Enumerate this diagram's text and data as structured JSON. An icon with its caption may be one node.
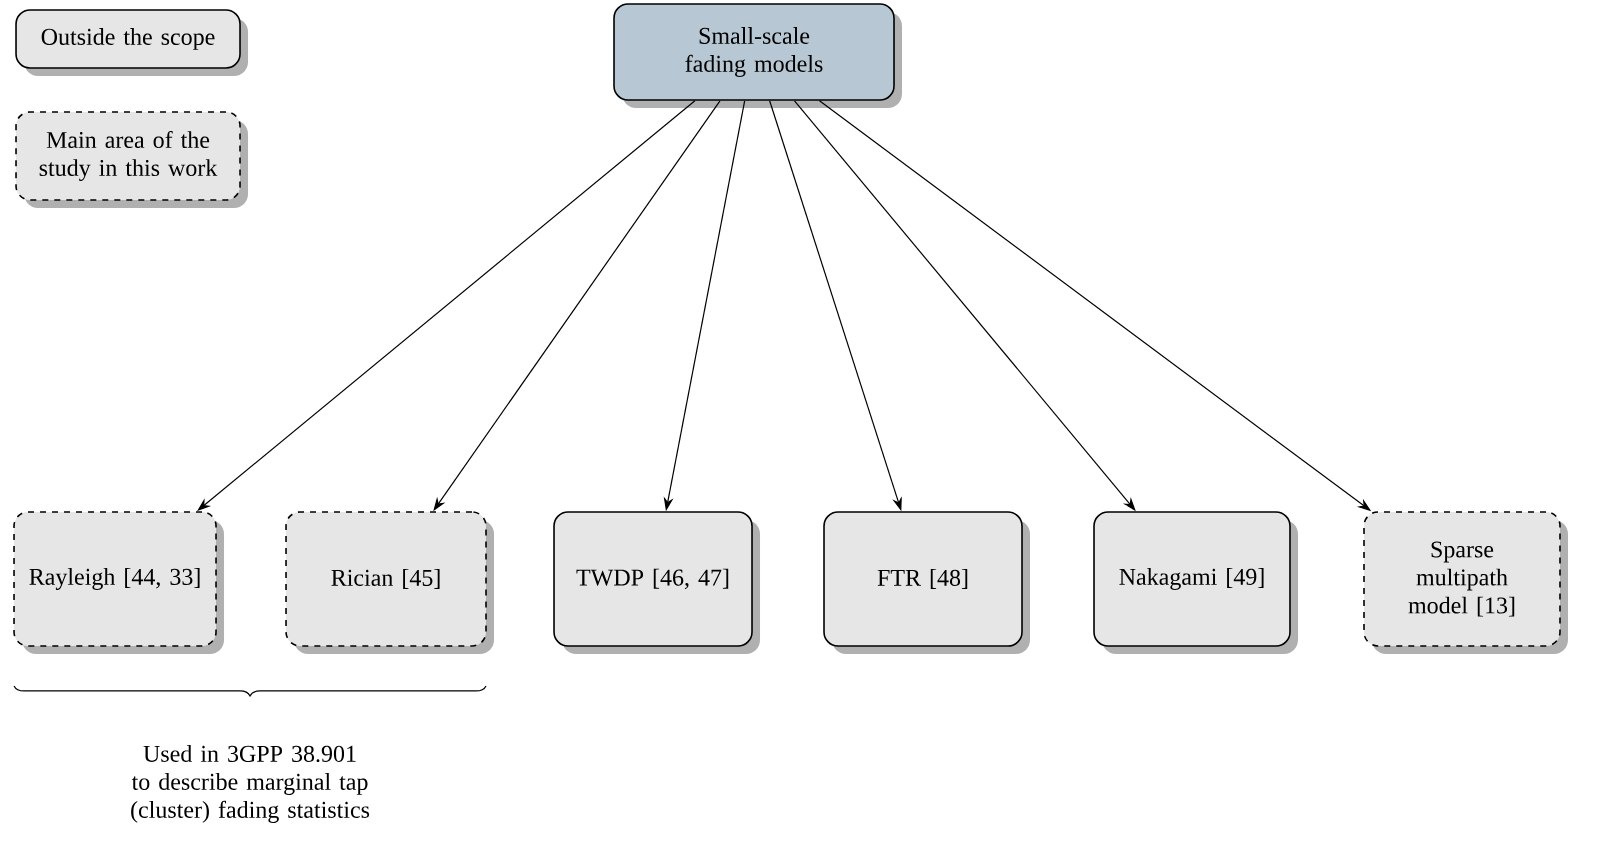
{
  "diagram": {
    "nodes": [
      {
        "text": [
          "Small-scale fading models"
        ]
      },
      {
        "text": [
          "Rayleigh [44, 33]"
        ]
      },
      {
        "text": [
          "Rician [45]"
        ]
      },
      {
        "text": [
          "TWDP [46, 47]"
        ]
      },
      {
        "text": [
          "FTR [48]"
        ]
      },
      {
        "text": [
          "Nakagami [49]"
        ]
      },
      {
        "text": [
          "Sparse multipath model [13]"
        ]
      }
    ],
    "edges": [
      {
        "from": 0,
        "to": 1,
        "arrow": "to"
      },
      {
        "from": 0,
        "to": 2,
        "arrow": "to"
      },
      {
        "from": 0,
        "to": 3,
        "arrow": "to"
      },
      {
        "from": 0,
        "to": 4,
        "arrow": "to"
      },
      {
        "from": 0,
        "to": 5,
        "arrow": "to"
      },
      {
        "from": 0,
        "to": 6,
        "arrow": "to"
      }
    ],
    "labels": [
      "Used in 3GPP 38.901 to describe marginal tap (cluster) fading statistics"
    ],
    "legend": [
      {
        "text": "Outside the scope"
      },
      {
        "text": "Main area of the study in this work"
      }
    ]
  }
}
